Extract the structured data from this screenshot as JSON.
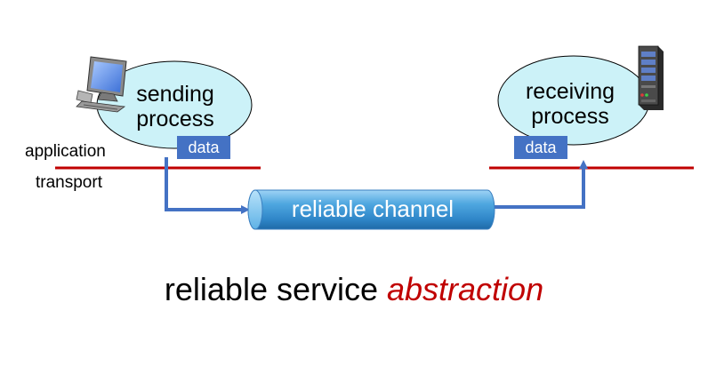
{
  "sender": {
    "label_line1": "sending",
    "label_line2": "process",
    "data_label": "data"
  },
  "receiver": {
    "label_line1": "receiving",
    "label_line2": "process",
    "data_label": "data"
  },
  "layers": {
    "application": "application",
    "transport": "transport"
  },
  "channel": {
    "label": "reliable channel"
  },
  "caption": {
    "main": "reliable service ",
    "emphasis": "abstraction"
  },
  "icons": {
    "sender_host": "desktop-computer-icon",
    "receiver_host": "server-tower-icon"
  },
  "colors": {
    "process_fill": "#ccf2f8",
    "layer_line": "#c00000",
    "arrow": "#4472c4",
    "data_box": "#4472c4",
    "channel": "#4fa7e0",
    "emphasis": "#c00000"
  }
}
